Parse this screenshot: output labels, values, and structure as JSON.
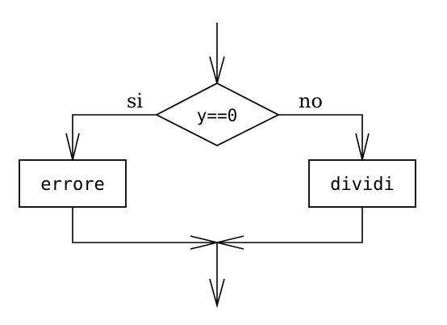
{
  "flowchart": {
    "decision": {
      "label": "y==0"
    },
    "branch_yes": {
      "label": "si"
    },
    "branch_no": {
      "label": "no"
    },
    "process_left": {
      "label": "errore"
    },
    "process_right": {
      "label": "dividi"
    }
  }
}
